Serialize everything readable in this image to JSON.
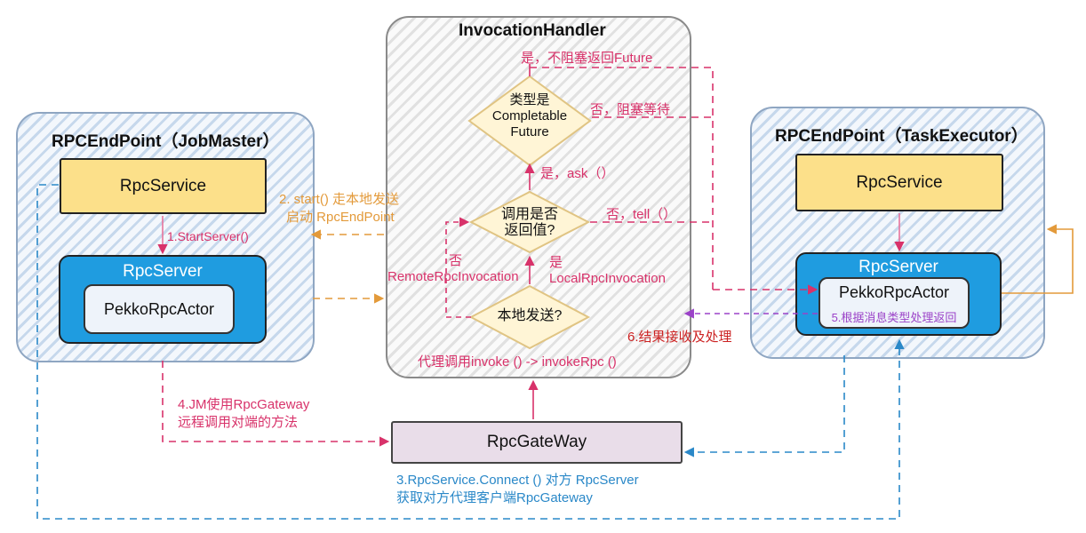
{
  "jobmaster": {
    "title": "RPCEndPoint（JobMaster）",
    "rpc_service": "RpcService",
    "rpc_server": "RpcServer",
    "actor": "PekkoRpcActor"
  },
  "handler": {
    "title": "InvocationHandler",
    "decision_type": [
      "类型是",
      "Completable",
      "Future"
    ],
    "decision_return": [
      "调用是否",
      "返回值?"
    ],
    "decision_local": "本地发送?",
    "proxy_label": "代理调用invoke () -> invokeRpc ()"
  },
  "taskexecutor": {
    "title": "RPCEndPoint（TaskExecutor）",
    "rpc_service": "RpcService",
    "rpc_server": "RpcServer",
    "actor": "PekkoRpcActor",
    "actor_note": "5.根据消息类型处理返回"
  },
  "gateway": {
    "label": "RpcGateWay"
  },
  "labels": {
    "yes_future": "是，不阻塞返回Future",
    "no_block": "否，阻塞等待",
    "yes_ask": "是，ask（）",
    "no_tell": "否，tell（）",
    "no": "否",
    "remote": "RemoteRpcInvocation",
    "yes": "是",
    "local": "LocalRpcInvocation",
    "start_server": "1.StartServer()",
    "start_line1": "2. start() 走本地发送",
    "start_line2": "启动 RpcEndPoint",
    "result": "6.结果接收及处理",
    "gateway_line1": "4.JM使用RpcGateway",
    "gateway_line2": "远程调用对端的方法",
    "connect_line1": "3.RpcService.Connect () 对方 RpcServer",
    "connect_line2": "获取对方代理客户端RpcGateway"
  },
  "colors": {
    "pink": "#d8326a",
    "orange": "#e39a3a",
    "blue": "#2a88c8",
    "purple": "#9b42c8",
    "service": "#fce08a",
    "server": "#1f9ce0",
    "gateway": "#e9dde9"
  }
}
